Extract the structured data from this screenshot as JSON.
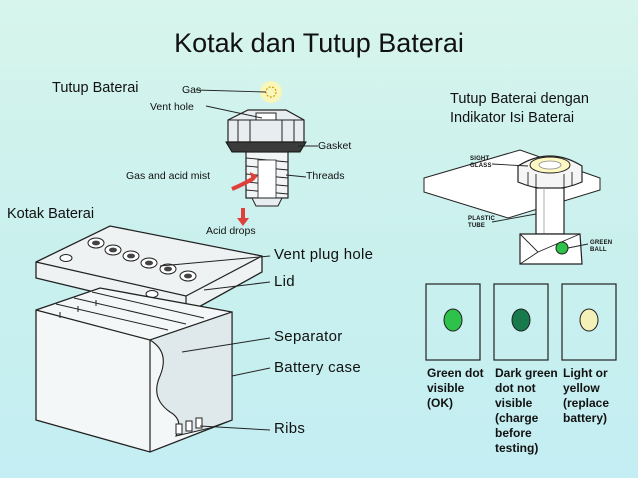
{
  "slide": {
    "title": "Kotak dan Tutup Baterai",
    "section_labels": {
      "tutup": "Tutup Baterai",
      "tutup_indikator_line1": "Tutup Baterai dengan",
      "tutup_indikator_line2": "Indikator Isi Baterai",
      "kotak": "Kotak Baterai"
    },
    "vent_cap_labels": {
      "gas": "Gas",
      "vent_hole": "Vent hole",
      "gasket": "Gasket",
      "gas_acid_mist": "Gas and acid mist",
      "threads": "Threads",
      "acid_drops": "Acid drops"
    },
    "case_labels": {
      "vent_plug_hole": "Vent plug hole",
      "lid": "Lid",
      "separator": "Separator",
      "battery_case": "Battery case",
      "ribs": "Ribs"
    },
    "indicator_labels": {
      "sight_glass_line1": "SIGHT",
      "sight_glass_line2": "GLASS",
      "plastic_tube_line1": "PLASTIC",
      "plastic_tube_line2": "TUBE",
      "green_ball_line1": "GREEN",
      "green_ball_line2": "BALL"
    },
    "indicator_states": [
      {
        "caption": "Green dot\nvisible\n(OK)",
        "dot_color": "#2fc24a"
      },
      {
        "caption": "Dark green\ndot not\nvisible\n(charge\nbefore\ntesting)",
        "dot_color": "#167a4c"
      },
      {
        "caption": "Light or\nyellow\n(replace\nbattery)",
        "dot_color": "#f5f0b8"
      }
    ]
  }
}
